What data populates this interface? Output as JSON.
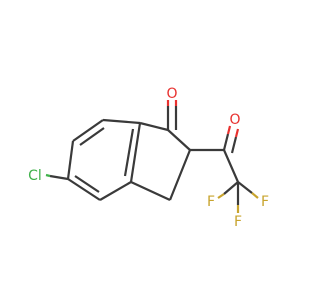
{
  "structure": {
    "atoms": {
      "carbonyl_oxygen_1": "O",
      "carbonyl_oxygen_2": "O",
      "chlorine": "Cl",
      "fluorine_1": "F",
      "fluorine_2": "F",
      "fluorine_3": "F"
    },
    "colors": {
      "bond": "#3a3a3a",
      "oxygen": "#e8312f",
      "chlorine": "#3fb14a",
      "fluorine": "#c8a42e",
      "background": "#ffffff"
    }
  }
}
